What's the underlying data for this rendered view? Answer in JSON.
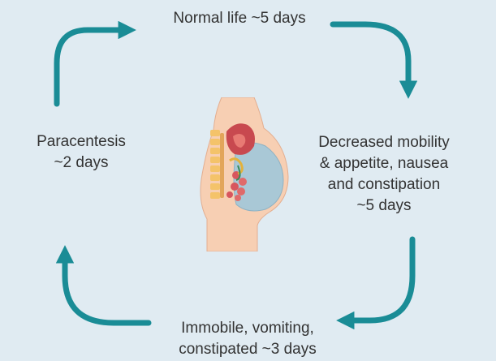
{
  "diagram": {
    "stages": {
      "top": {
        "lines": [
          "Normal life ~5 days"
        ]
      },
      "right": {
        "lines": [
          "Decreased mobility",
          "& appetite, nausea",
          "and constipation",
          "~5 days"
        ]
      },
      "bottom": {
        "lines": [
          "Immobile, vomiting,",
          "constipated ~3 days"
        ]
      },
      "left": {
        "lines": [
          "Paracentesis",
          "~2 days"
        ]
      }
    },
    "colors": {
      "background": "#e0ebf2",
      "arrow": "#1a8c96",
      "text": "#333333",
      "skin": "#f7cfb3",
      "fluid": "#a9c8d6"
    },
    "illustration": "abdomen-ascites-illustration"
  }
}
